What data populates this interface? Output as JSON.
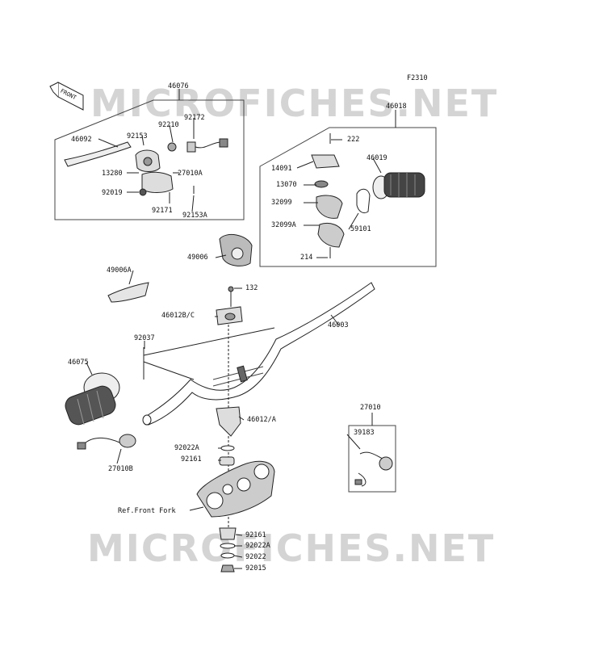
{
  "diagram_code": "F2310",
  "watermark": "MICROFICHES.NET",
  "front_tag": "FRONT",
  "parts": {
    "p46076": "46076",
    "p46092": "46092",
    "p92153": "92153",
    "p92210": "92210",
    "p92172": "92172",
    "p13280": "13280",
    "p27010A": "27010A",
    "p92019": "92019",
    "p92171": "92171",
    "p92153A": "92153A",
    "p46018": "46018",
    "p222": "222",
    "p14091": "14091",
    "p13070": "13070",
    "p46019": "46019",
    "p32099": "32099",
    "p32099A": "32099A",
    "p59101": "59101",
    "p214": "214",
    "p49006": "49006",
    "p49006A": "49006A",
    "p132": "132",
    "p46012BC": "46012B/C",
    "p46003": "46003",
    "p92037": "92037",
    "p46075": "46075",
    "p46012A": "46012/A",
    "p27010B": "27010B",
    "p92022A_top": "92022A",
    "p92161_top": "92161",
    "p27010": "27010",
    "p39183": "39183",
    "ref_front_fork": "Ref.Front Fork",
    "p92161_bot": "92161",
    "p92022A_bot": "92022A",
    "p92022": "92022",
    "p92015": "92015"
  }
}
